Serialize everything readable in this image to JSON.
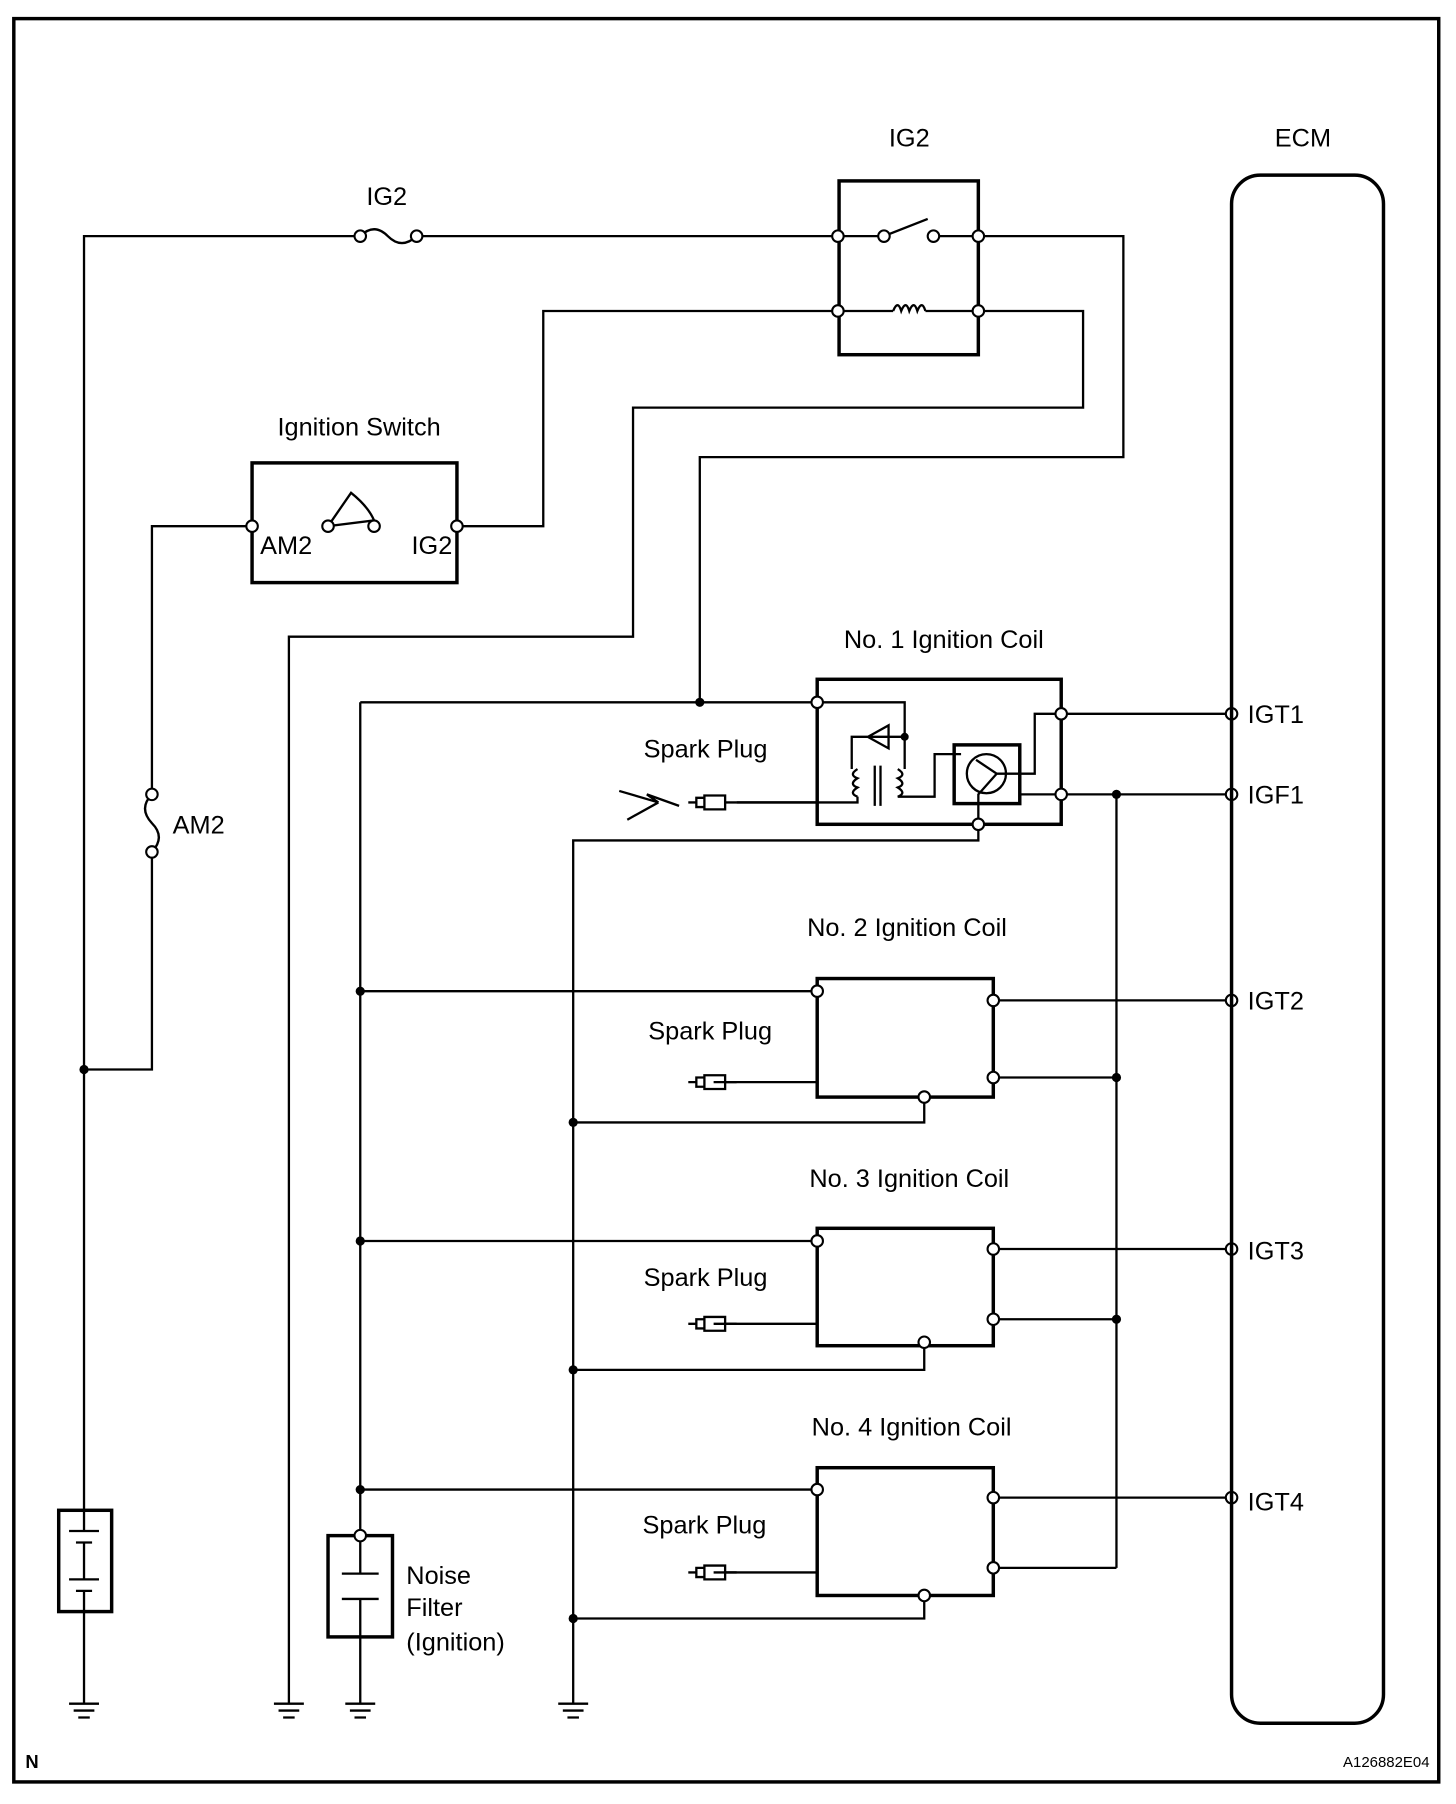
{
  "relay": {
    "label": "IG2"
  },
  "ecm": {
    "label": "ECM",
    "terminals": [
      "IGT1",
      "IGF1",
      "IGT2",
      "IGT3",
      "IGT4"
    ]
  },
  "fuses": {
    "ig2": "IG2",
    "am2": "AM2"
  },
  "ignition_switch": {
    "label": "Ignition Switch",
    "terminal_left": "AM2",
    "terminal_right": "IG2"
  },
  "coils": [
    {
      "label": "No. 1 Ignition Coil",
      "plug": "Spark Plug"
    },
    {
      "label": "No. 2 Ignition Coil",
      "plug": "Spark Plug"
    },
    {
      "label": "No. 3 Ignition Coil",
      "plug": "Spark Plug"
    },
    {
      "label": "No. 4 Ignition Coil",
      "plug": "Spark Plug"
    }
  ],
  "noise_filter": {
    "line1": "Noise",
    "line2": "Filter",
    "line3": "(Ignition)"
  },
  "footer": {
    "corner_mark": "N",
    "figure_code": "A126882E04"
  }
}
